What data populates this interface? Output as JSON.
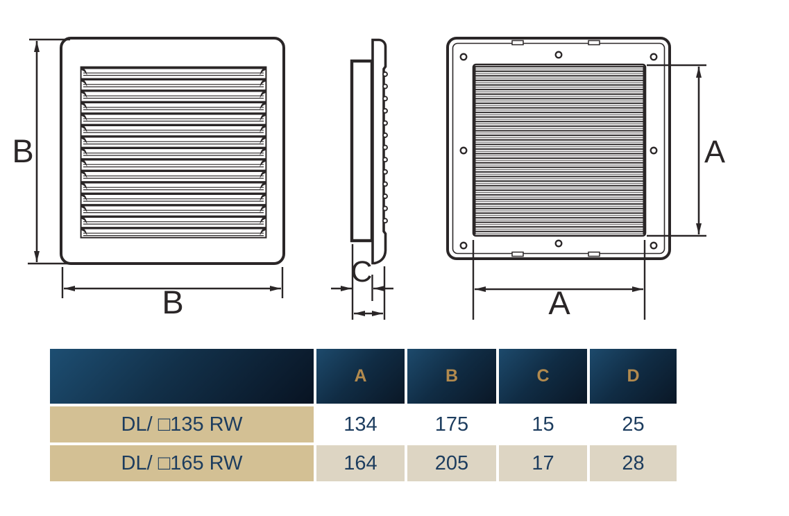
{
  "views": {
    "front": {
      "name": "front view of grille",
      "height_label": "B",
      "width_label": "B"
    },
    "side": {
      "name": "side profile of grille",
      "depth_label": "C"
    },
    "back": {
      "name": "back view with mounting holes",
      "height_label": "A",
      "width_label": "A"
    }
  },
  "table": {
    "columns": [
      "A",
      "B",
      "C",
      "D"
    ],
    "rows": [
      {
        "model": "DL/ □135 RW",
        "values": [
          "134",
          "175",
          "15",
          "25"
        ]
      },
      {
        "model": "DL/ □165 RW",
        "values": [
          "164",
          "205",
          "17",
          "28"
        ]
      }
    ]
  },
  "colors": {
    "header_bg_start": "#1d4a6c",
    "header_bg_end": "#0a1726",
    "header_text": "#b28a4e",
    "model_cell_bg": "#d3c094",
    "row2_value_bg": "#ddd5c3",
    "value_text": "#1c3c5e",
    "drawing_line": "#2a2627"
  }
}
